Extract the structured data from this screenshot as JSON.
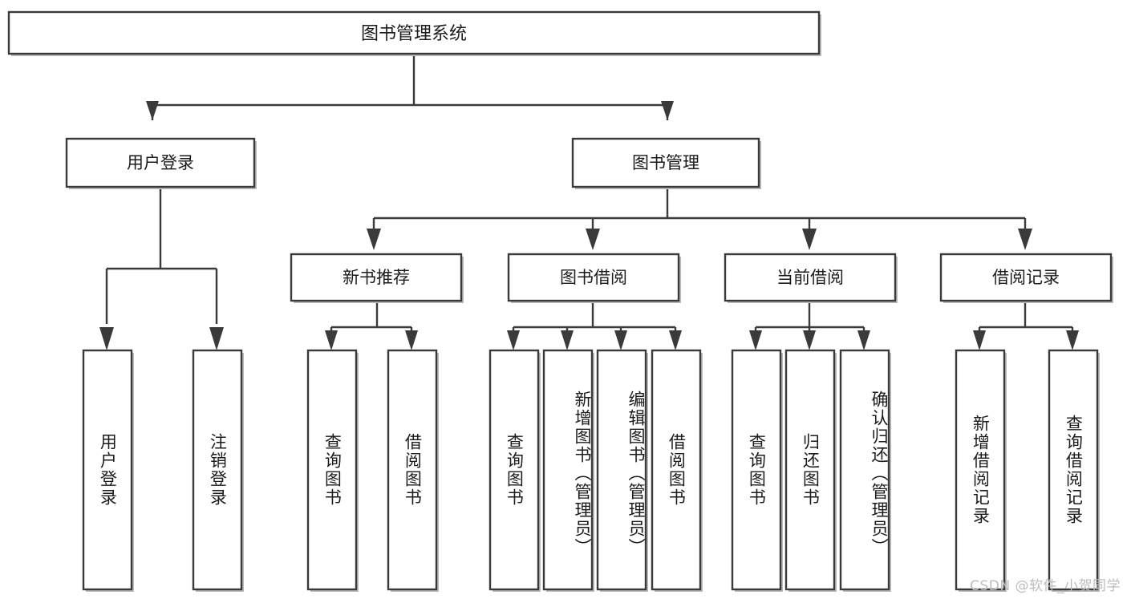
{
  "diagram": {
    "type": "tree-hierarchy",
    "title": "图书管理系统",
    "watermark": "CSDN @软件_小贺同学",
    "colors": {
      "box_stroke": "#3a3a3a",
      "box_fill": "#ffffff",
      "shadow": "#bdbdbd",
      "text": "#1b1b1b",
      "watermark": "#bdbdbd"
    },
    "root": {
      "label": "图书管理系统",
      "orientation": "horizontal"
    },
    "level2": [
      {
        "label": "用户登录",
        "orientation": "horizontal"
      },
      {
        "label": "图书管理",
        "orientation": "horizontal"
      }
    ],
    "level3": [
      {
        "label": "新书推荐",
        "orientation": "horizontal",
        "parent": "图书管理"
      },
      {
        "label": "图书借阅",
        "orientation": "horizontal",
        "parent": "图书管理"
      },
      {
        "label": "当前借阅",
        "orientation": "horizontal",
        "parent": "图书管理"
      },
      {
        "label": "借阅记录",
        "orientation": "horizontal",
        "parent": "图书管理"
      }
    ],
    "leaves": {
      "用户登录": [
        {
          "label": "用户登录",
          "orientation": "vertical"
        },
        {
          "label": "注销登录",
          "orientation": "vertical"
        }
      ],
      "新书推荐": [
        {
          "label": "查询图书",
          "orientation": "vertical"
        },
        {
          "label": "借阅图书",
          "orientation": "vertical"
        }
      ],
      "图书借阅": [
        {
          "label": "查询图书",
          "orientation": "vertical"
        },
        {
          "label": "新增图书（管理员）",
          "orientation": "vertical"
        },
        {
          "label": "编辑图书（管理员）",
          "orientation": "vertical"
        },
        {
          "label": "借阅图书",
          "orientation": "vertical"
        }
      ],
      "当前借阅": [
        {
          "label": "查询图书",
          "orientation": "vertical"
        },
        {
          "label": "归还图书",
          "orientation": "vertical"
        },
        {
          "label": "确认归还（管理员）",
          "orientation": "vertical"
        }
      ],
      "借阅记录": [
        {
          "label": "新增借阅记录",
          "orientation": "vertical"
        },
        {
          "label": "查询借阅记录",
          "orientation": "vertical"
        }
      ]
    }
  }
}
